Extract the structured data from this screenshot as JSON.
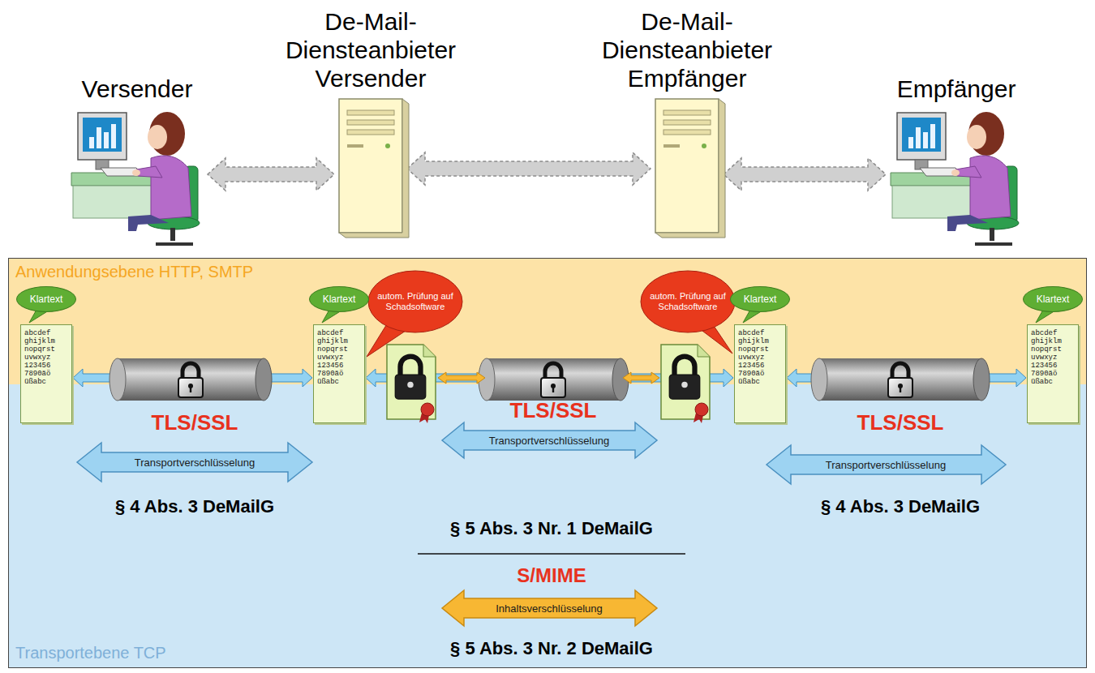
{
  "diagram": {
    "nodes": [
      {
        "text": [
          "Versender"
        ]
      },
      {
        "text": [
          "De-Mail- Diensteanbieter Versender"
        ]
      },
      {
        "text": [
          "De-Mail- Diensteanbieter Empfänger"
        ]
      },
      {
        "text": [
          "Empfänger"
        ]
      },
      {
        "text": [
          "Anwendungsebene HTTP, SMTP"
        ]
      },
      {
        "text": [
          "Transportebene TCP"
        ]
      },
      {
        "text": [
          "Klartext",
          "abcdef ghijklm nopqrst uvwxyz 123456 7890äö üßabc"
        ]
      },
      {
        "text": [
          "Klartext",
          "abcdef ghijklm nopqrst uvwxyz 123456 7890äö üßabc"
        ]
      },
      {
        "text": [
          "Klartext",
          "abcdef ghijklm nopqrst uvwxyz 123456 7890äö üßabc"
        ]
      },
      {
        "text": [
          "Klartext",
          "abcdef ghijklm nopqrst uvwxyz 123456 7890äö üßabc"
        ]
      }
    ],
    "edges": [
      {
        "from": 0,
        "to": 1,
        "arrow": "both"
      },
      {
        "from": 1,
        "to": 2,
        "arrow": "both"
      },
      {
        "from": 2,
        "to": 3,
        "arrow": "both"
      },
      {
        "from": 6,
        "to": 7,
        "arrow": "both"
      },
      {
        "from": 7,
        "to": 8,
        "arrow": "both"
      },
      {
        "from": 8,
        "to": 9,
        "arrow": "both"
      }
    ],
    "labels": [
      "autom. Prüfung auf Schadsoftware",
      "autom. Prüfung auf Schadsoftware",
      "TLS/SSL",
      "TLS/SSL",
      "TLS/SSL",
      "Transportverschlüsselung",
      "Transportverschlüsselung",
      "Transportverschlüsselung",
      "§ 4 Abs. 3 DeMailG",
      "§ 5 Abs. 3 Nr. 1 DeMailG",
      "§ 4 Abs. 3 DeMailG",
      "S/MIME",
      "Inhaltsverschlüsselung",
      "§ 5 Abs. 3 Nr. 2 DeMailG"
    ]
  }
}
